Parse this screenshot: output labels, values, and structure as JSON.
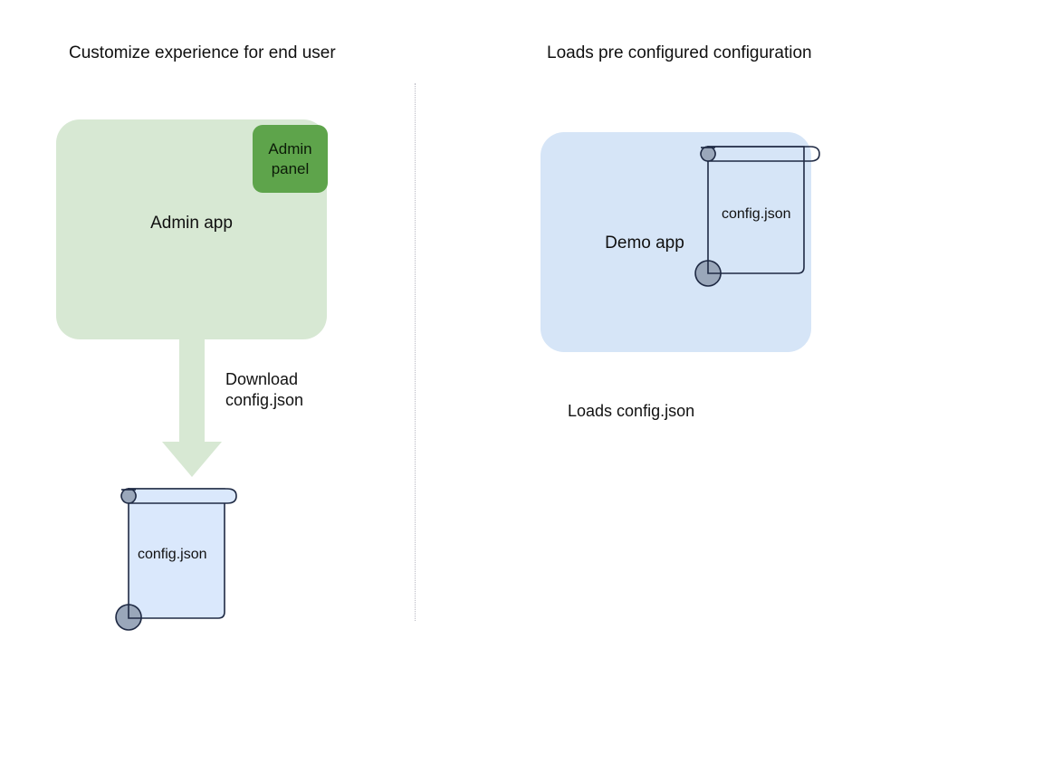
{
  "diagram": {
    "title_left": "Customize experience for end user",
    "title_right": "Loads pre configured configuration",
    "colors": {
      "admin_app_fill": "#d7e8d3",
      "admin_panel_fill": "#5ea44b",
      "demo_app_fill": "#d6e5f7",
      "scroll_fill": "#dae8fc",
      "scroll_stroke": "#1f2a44",
      "scroll_curl_fill": "#9aa7ba",
      "arrow_fill": "#d7e8d3",
      "divider_stroke": "#b9b9c3",
      "text": "#111111"
    },
    "left_flow": {
      "app_box": {
        "label": "Admin app",
        "panel_label": "Admin\npanel",
        "panel_label_line1": "Admin",
        "panel_label_line2": "panel"
      },
      "arrow": {
        "label_line1": "Download",
        "label_line2": "config.json",
        "direction": "down"
      },
      "document": {
        "label": "config.json",
        "icon": "scroll-document-icon",
        "filled": true
      }
    },
    "right_flow": {
      "app_box": {
        "label": "Demo app"
      },
      "document": {
        "label": "config.json",
        "icon": "scroll-document-icon",
        "filled": false
      },
      "caption": "Loads config.json"
    }
  }
}
